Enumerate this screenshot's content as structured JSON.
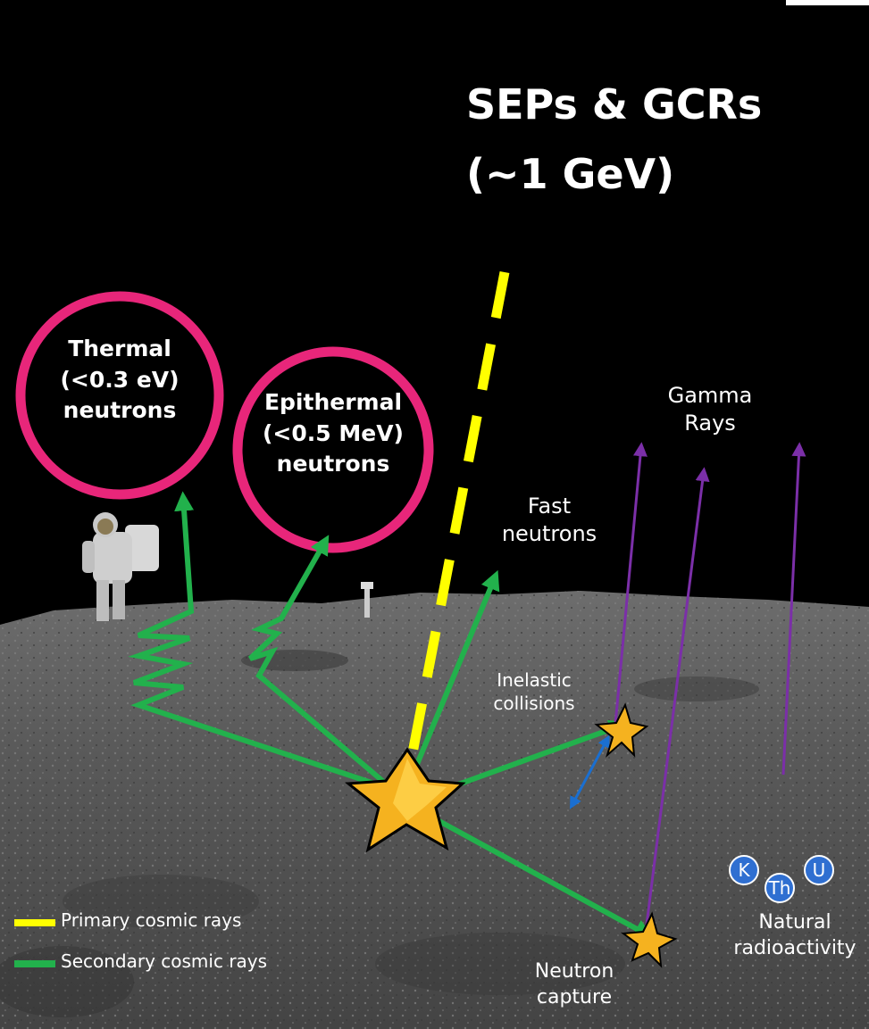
{
  "title": {
    "line1": "SEPs & GCRs",
    "line2": "(~1 GeV)"
  },
  "circles": [
    {
      "label": "Thermal\n(<0.3 eV)\nneutrons"
    },
    {
      "label": "Epithermal\n(<0.5 MeV)\nneutrons"
    }
  ],
  "labels": {
    "gamma_rays": "Gamma\nRays",
    "fast_neutrons": "Fast\nneutrons",
    "inelastic": "Inelastic\ncollisions",
    "neutron_capture": "Neutron\ncapture",
    "natural_radioactivity": "Natural\nradioactivity"
  },
  "elements": [
    "K",
    "Th",
    "U"
  ],
  "legend": [
    {
      "label": "Primary cosmic rays",
      "color": "#ffff00"
    },
    {
      "label": "Secondary cosmic rays",
      "color": "#22b14c"
    }
  ],
  "colors": {
    "sky": "#000000",
    "ring": "#e8267a",
    "secondary": "#22b14c",
    "primary": "#ffff00",
    "gamma": "#7b2fa8",
    "star": "#f5b21f",
    "element": "#2f6fd1",
    "collision_arrow": "#1a6fd1"
  }
}
